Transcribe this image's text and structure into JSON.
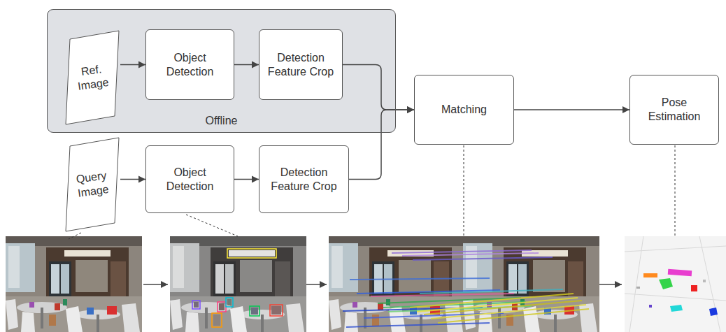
{
  "diagram": {
    "nodes": [
      {
        "text": [
          "Offline"
        ]
      },
      {
        "text": [
          "Ref. Image"
        ],
        "in": 0
      },
      {
        "text": [
          "Object Detection"
        ],
        "in": 0
      },
      {
        "text": [
          "Detection Feature Crop"
        ],
        "in": 0
      },
      {
        "text": [
          "Matching"
        ]
      },
      {
        "text": [
          "Pose Estimation"
        ]
      },
      {
        "text": [
          "Query Image"
        ]
      },
      {
        "text": [
          "Object Detection"
        ]
      },
      {
        "text": [
          "Detection Feature Crop"
        ]
      }
    ],
    "edges": [
      {
        "from": 1,
        "to": 2,
        "arrow": "to"
      },
      {
        "from": 2,
        "to": 3,
        "arrow": "to"
      },
      {
        "from": 3,
        "to": 4,
        "arrow": "to"
      },
      {
        "from": 6,
        "to": 7,
        "arrow": "to"
      },
      {
        "from": 7,
        "to": 8,
        "arrow": "to"
      },
      {
        "from": 8,
        "to": 4,
        "arrow": "to"
      },
      {
        "from": 4,
        "to": 5,
        "arrow": "to"
      }
    ]
  }
}
